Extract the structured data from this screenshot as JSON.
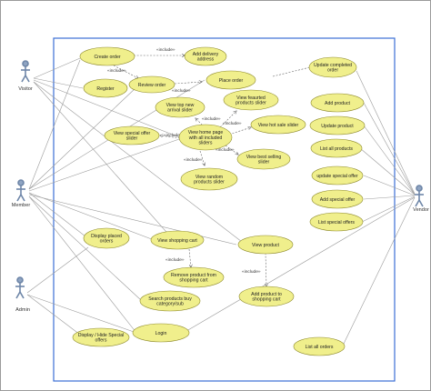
{
  "actors": {
    "visitor": "Visitor",
    "member": "Member",
    "admin": "Admin",
    "vendor": "Vendor"
  },
  "use_cases": {
    "create_order": [
      "Create order"
    ],
    "add_delivery_address": [
      "Add delivery",
      "address"
    ],
    "register": [
      "Register"
    ],
    "review_order": [
      "Review order"
    ],
    "place_order": [
      "Place order"
    ],
    "update_completed_order": [
      "Update completed",
      "order"
    ],
    "view_top_new_arrival_slider": [
      "View top new",
      "arrival slider"
    ],
    "view_featured_products_slider": [
      "View feaurted",
      "products slider"
    ],
    "view_hot_sale_slider": [
      "View hot sale slider"
    ],
    "view_special_offer_slider": [
      "View special offer",
      "slider"
    ],
    "view_home_page": [
      "View home page",
      "with all included",
      "sliders"
    ],
    "view_best_selling_slider": [
      "View best selling",
      "slider"
    ],
    "view_random_products_slider": [
      "View random",
      "products slider"
    ],
    "add_product": [
      "Add product"
    ],
    "update_product": [
      "Update product"
    ],
    "list_all_products": [
      "List all products"
    ],
    "update_special_offer": [
      "update special offer"
    ],
    "add_special_offer": [
      "Add special offer"
    ],
    "list_special_offers": [
      "List special offers"
    ],
    "display_placed_orders": [
      "Display placed",
      "orders"
    ],
    "view_shopping_cart": [
      "View shopping cart"
    ],
    "view_product": [
      "View product"
    ],
    "remove_product_from_cart": [
      "Remove product from",
      "shopping cart"
    ],
    "search_products": [
      "Search products buy",
      "category/sub"
    ],
    "add_product_to_cart": [
      "Add product to",
      "shopping cart"
    ],
    "display_hide_special_offers": [
      "Display / Hide Special",
      "offers"
    ],
    "login": [
      "Login"
    ],
    "list_all_orders": [
      "List all orders"
    ]
  },
  "include_labels": {
    "create_to_address": "«include»",
    "create_to_review": "«include»",
    "review_to_place": "«include»",
    "home_to_top_new": "«include»",
    "home_to_featured": "«include»",
    "home_to_special_offer": "«include»",
    "home_to_random": "«include»",
    "home_to_best_selling": "«include»",
    "cart_to_remove": "«include»",
    "product_to_add_cart": "«include»"
  },
  "colors": {
    "use_case_fill": "#f0ef8c",
    "use_case_stroke": "#8e8a2c",
    "system_boundary": "#3b6fd6",
    "actor": "#6e86a8",
    "association": "#9a9a9a"
  }
}
